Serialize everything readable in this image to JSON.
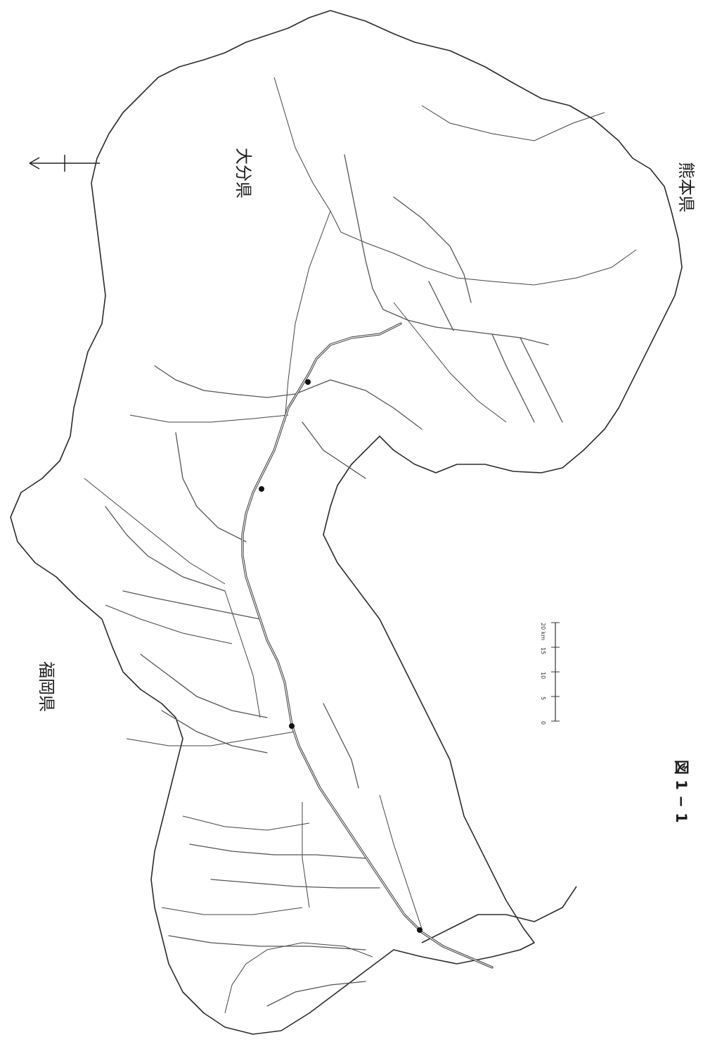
{
  "prefectures": {
    "oita": "大分県",
    "kumamoto": "熊本県",
    "fukuoka": "福岡県"
  },
  "caption": {
    "number": "図 1 − 1"
  },
  "scale": {
    "ticks": [
      "0",
      "5",
      "10",
      "15",
      "20 km"
    ]
  },
  "north_arrow": {
    "icon": "north-arrow-icon"
  }
}
